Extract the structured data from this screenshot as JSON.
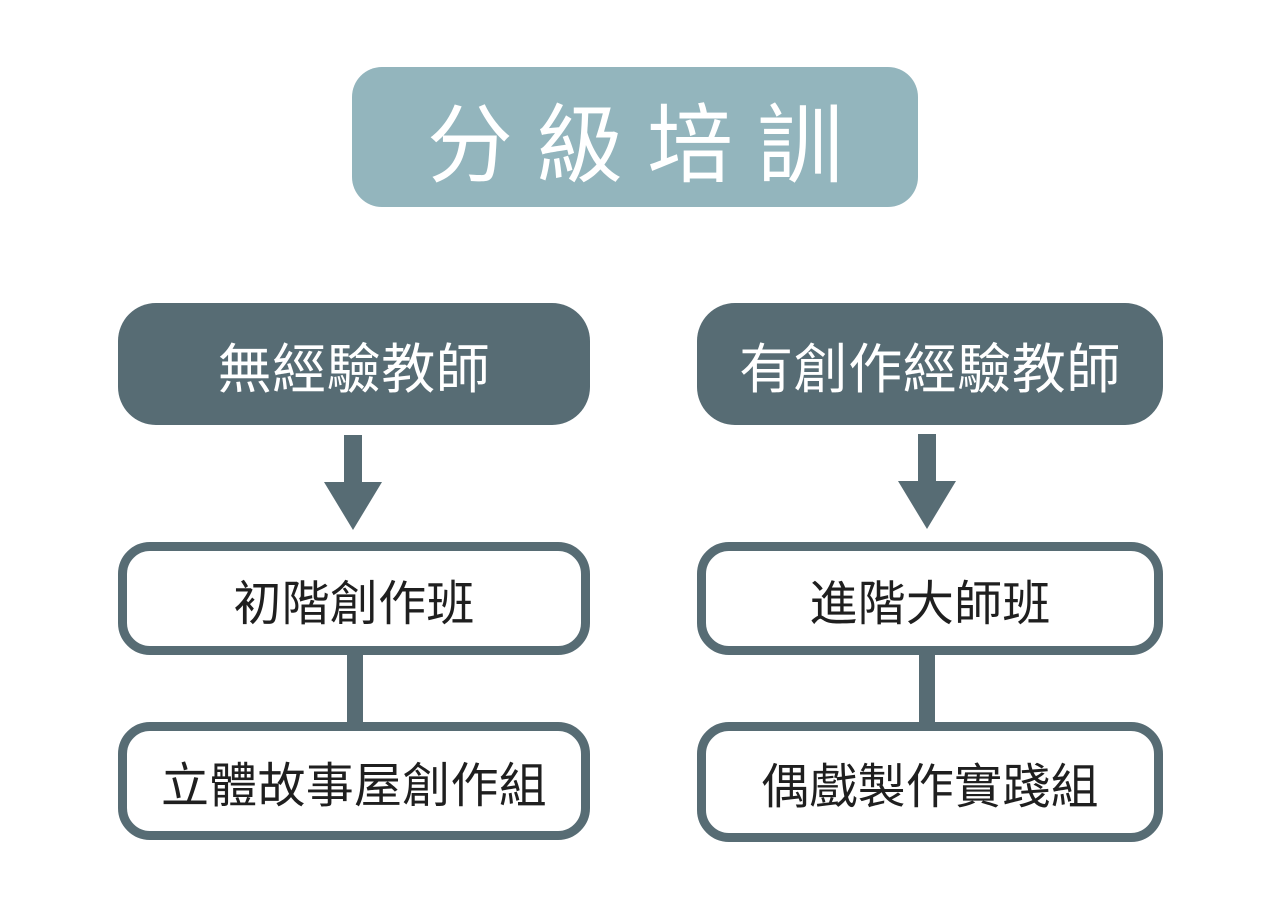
{
  "diagram": {
    "title": "分級培訓",
    "columns": [
      {
        "header": "無經驗教師",
        "steps": [
          "初階創作班",
          "立體故事屋創作組"
        ]
      },
      {
        "header": "有創作經驗教師",
        "steps": [
          "進階大師班",
          "偶戲製作實踐組"
        ]
      }
    ],
    "icons": {
      "column_connector": "down-arrow"
    },
    "colors": {
      "background": "#ffffff",
      "title_bg": "#93b5bd",
      "title_text": "#ffffff",
      "header_bg": "#576c74",
      "header_text": "#ffffff",
      "step_border": "#576c74",
      "step_text": "#1f1f1f",
      "arrow": "#576c74"
    }
  }
}
